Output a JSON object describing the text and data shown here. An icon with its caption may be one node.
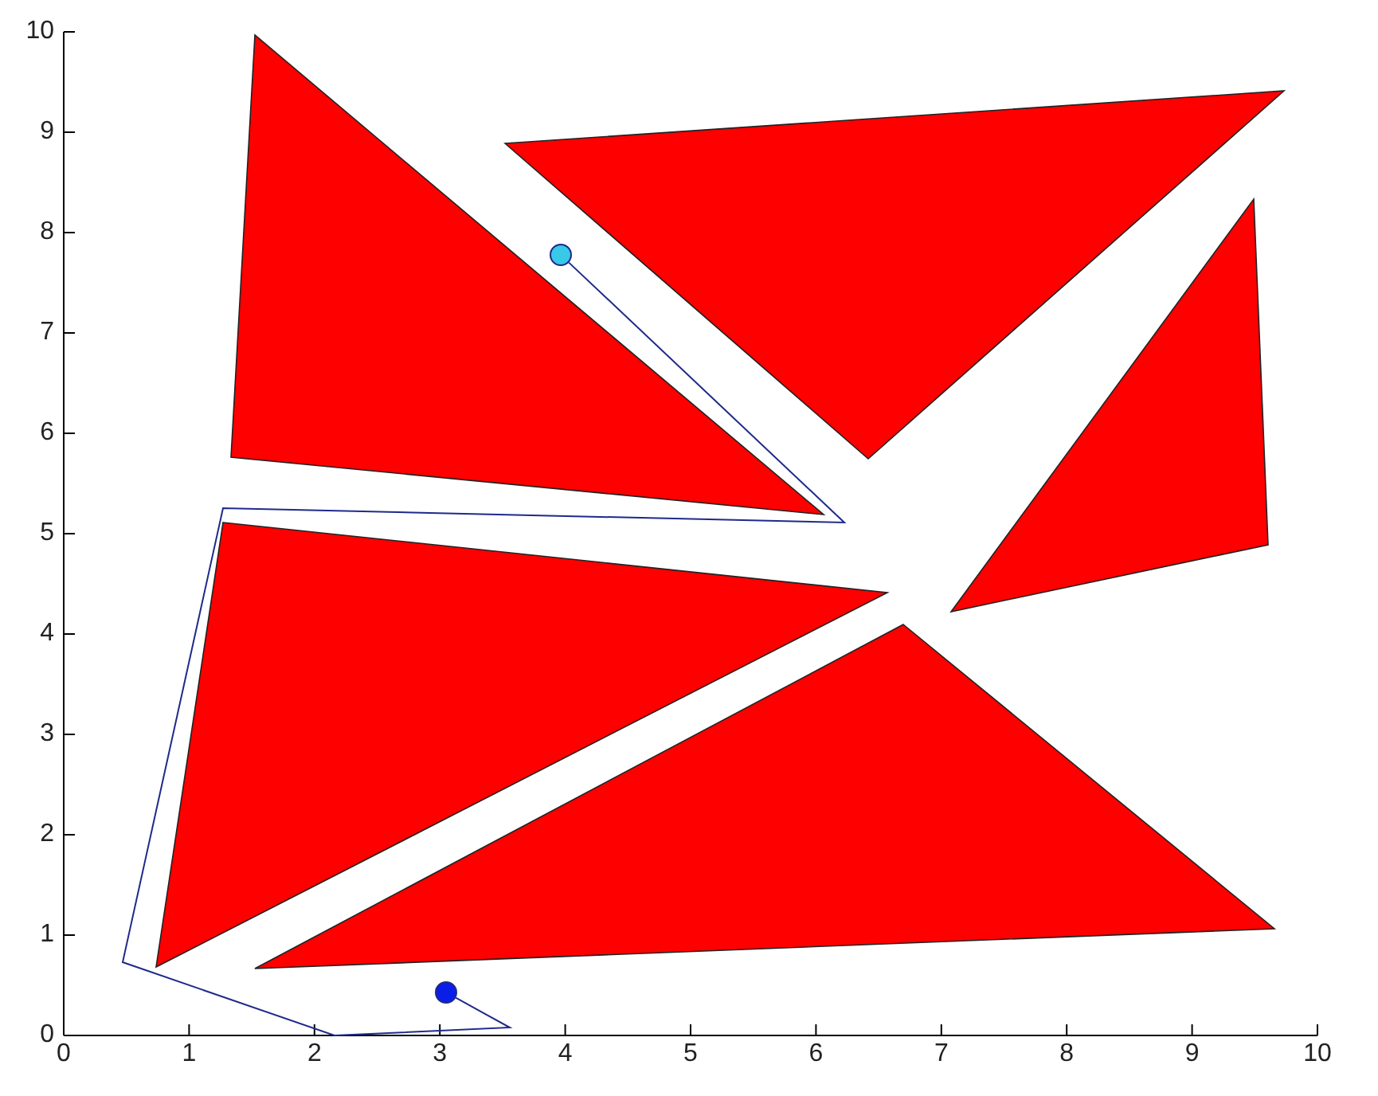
{
  "diagram": {
    "nodes": [
      {
        "text": [],
        "shape": "triangle"
      },
      {
        "text": [],
        "shape": "triangle"
      },
      {
        "text": [],
        "shape": "triangle"
      },
      {
        "text": [],
        "shape": "triangle"
      },
      {
        "text": [],
        "shape": "triangle"
      },
      {
        "text": [],
        "shape": "circle"
      },
      {
        "text": [],
        "shape": "circle"
      }
    ],
    "edges": [
      {
        "from": 5,
        "to": 6,
        "arrow": "none"
      }
    ],
    "labels": [
      "10",
      "9",
      "8",
      "7",
      "6",
      "5",
      "4",
      "3",
      "2",
      "1",
      "0",
      "0",
      "1",
      "2",
      "3",
      "4",
      "5",
      "6",
      "7",
      "8",
      "9",
      "10"
    ]
  }
}
